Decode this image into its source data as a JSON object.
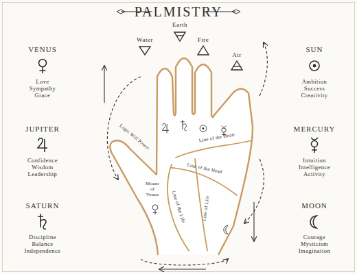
{
  "diagram": {
    "title": "PALMISTRY",
    "labels": [
      "VENUS",
      "Love Sympathy Grace",
      "Water",
      "Earth",
      "Fire",
      "Air",
      "SUN",
      "Ambition Success Creativity",
      "JUPITER",
      "Confidence Wisdom Leadership",
      "Logic Will Power",
      "Line of the Heart",
      "Line of the Head",
      "Mount of Venus",
      "Line of the Life",
      "Line of Life",
      "MERCURY",
      "Intuition Intelligence Activity",
      "SATURN",
      "Discipline Balance Independence",
      "MOON",
      "Courage Mysticism Imagination"
    ]
  }
}
